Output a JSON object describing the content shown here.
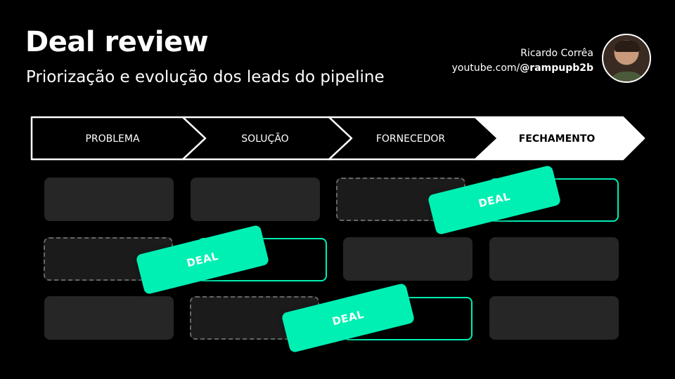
{
  "header": {
    "title": "Deal review",
    "subtitle": "Priorização e evolução dos leads do pipeline"
  },
  "author": {
    "name": "Ricardo Corrêa",
    "channel_prefix": "youtube.com/",
    "handle": "@rampupb2b"
  },
  "pipeline": {
    "stages": [
      "PROBLEMA",
      "SOLUÇÃO",
      "FORNECEDOR",
      "FECHAMENTO"
    ],
    "deal_label": "DEAL"
  },
  "colors": {
    "background": "#000000",
    "accent": "#00f0b4",
    "card": "#262626"
  }
}
